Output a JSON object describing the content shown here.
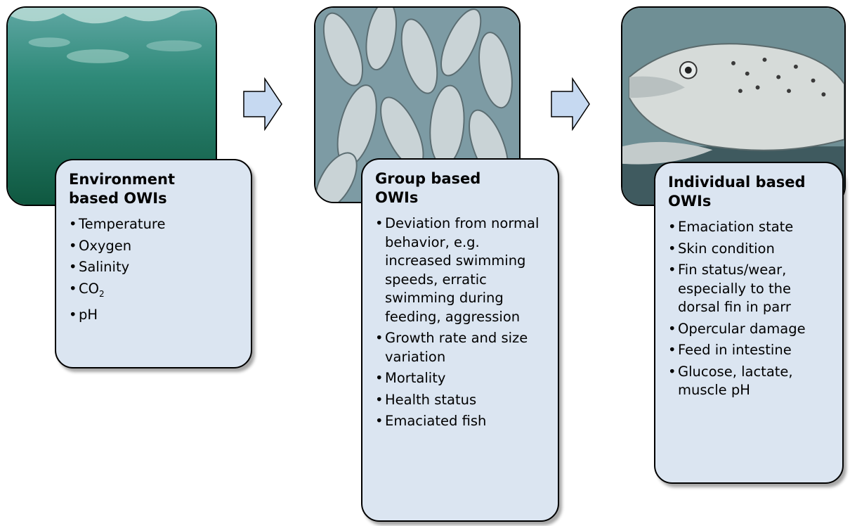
{
  "colors": {
    "card_fill": "#dbe5f1",
    "arrow_fill": "#c6d9f1",
    "outline": "#000000"
  },
  "stages": [
    {
      "title_line1": "Environment",
      "title_line2": "based OWIs",
      "image": "underwater-green-water-photo",
      "items": [
        "Temperature",
        "Oxygen",
        "Salinity",
        "CO",
        "pH"
      ],
      "co2_subscript": "2"
    },
    {
      "title_line1": "Group based",
      "title_line2": "OWIs",
      "image": "salmon-school-photo",
      "items": [
        "Deviation from normal behavior, e.g. increased swimming speeds, erratic swimming during feeding, aggression",
        "Growth rate and size variation",
        "Mortality",
        "Health status",
        "Emaciated fish"
      ]
    },
    {
      "title_line1": "Individual based",
      "title_line2": "OWIs",
      "image": "single-salmon-closeup-photo",
      "items": [
        "Emaciation state",
        "Skin condition",
        "Fin status/wear, especially to the dorsal fin in parr",
        "Opercular damage",
        "Feed in intestine",
        "Glucose, lactate, muscle pH"
      ]
    }
  ]
}
